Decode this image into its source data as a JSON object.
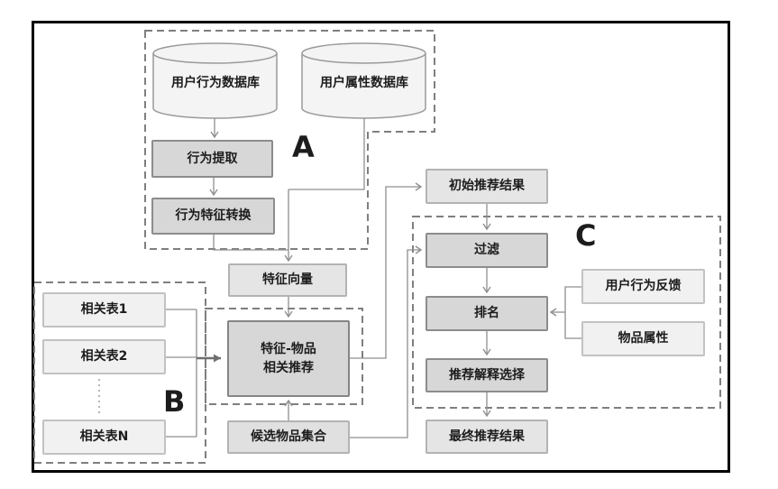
{
  "diagram": {
    "groups": {
      "a": {
        "label": "A"
      },
      "b": {
        "label": "B"
      },
      "c": {
        "label": "C"
      }
    },
    "nodes": {
      "user_behavior_db": {
        "label": "用户行为数据库"
      },
      "user_attribute_db": {
        "label": "用户属性数据库"
      },
      "behavior_extraction": {
        "label": "行为提取"
      },
      "behavior_feature_conv": {
        "label": "行为特征转换"
      },
      "feature_vector": {
        "label": "特征向量"
      },
      "related_table_1": {
        "label": "相关表1"
      },
      "related_table_2": {
        "label": "相关表2"
      },
      "related_table_n": {
        "label": "相关表N"
      },
      "feature_item_rec": {
        "line1": "特征-物品",
        "line2": "相关推荐"
      },
      "candidate_item_set": {
        "label": "候选物品集合"
      },
      "initial_results": {
        "label": "初始推荐结果"
      },
      "filter": {
        "label": "过滤"
      },
      "ranking": {
        "label": "排名"
      },
      "explanation_selection": {
        "label": "推荐解释选择"
      },
      "final_results": {
        "label": "最终推荐结果"
      },
      "user_behavior_feedback": {
        "label": "用户行为反馈"
      },
      "item_attributes": {
        "label": "物品属性"
      }
    },
    "colors": {
      "process_fill": "#d7d7d7",
      "data_fill": "#e5e5e5",
      "light_fill": "#f1f1f1",
      "process_border": "#8c8c8c",
      "connector": "#8f8f8f",
      "dashed_border": "#7f7f7f",
      "frame": "#000000",
      "text": "#1c1c1c"
    }
  }
}
